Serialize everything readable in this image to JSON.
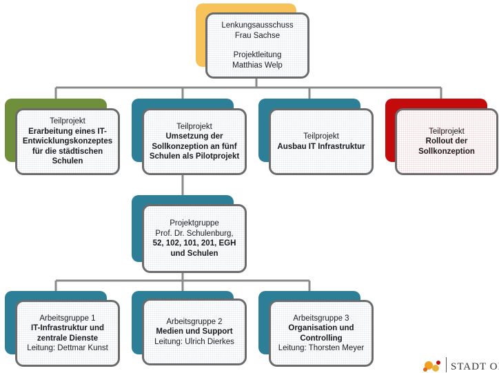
{
  "colors": {
    "steering": "#f7c25a",
    "green": "#6f8f3a",
    "teal": "#2d7f97",
    "red": "#c40b0b",
    "connector": "#8a8a8a"
  },
  "steering": {
    "committee_label": "Lenkungsausschuss",
    "committee_person": "Frau Sachse",
    "lead_label": "Projektleitung",
    "lead_person": "Matthias Welp"
  },
  "subprojects": [
    {
      "kicker": "Teilprojekt",
      "title": "Erarbeitung eines IT-Entwicklungskonzeptes für die städtischen Schulen"
    },
    {
      "kicker": "Teilprojekt",
      "title": "Umsetzung der Sollkonzeption an fünf Schulen als Pilotprojekt"
    },
    {
      "kicker": "Teilprojekt",
      "title": "Ausbau IT Infrastruktur"
    },
    {
      "kicker": "Teilprojekt",
      "title": "Rollout der Sollkonzeption"
    }
  ],
  "project_group": {
    "label": "Projektgruppe",
    "members": "Prof. Dr. Schulenburg,",
    "members_bold": "52, 102, 101, 201, EGH und Schulen"
  },
  "work_groups": [
    {
      "label": "Arbeitsgruppe 1",
      "topic": "IT-Infrastruktur und zentrale Dienste",
      "lead": "Leitung: Dettmar Kunst"
    },
    {
      "label": "Arbeitsgruppe 2",
      "topic": "Medien und Support",
      "lead": "Leitung: Ulrich Dierkes"
    },
    {
      "label": "Arbeitsgruppe 3",
      "topic": "Organisation und Controlling",
      "lead": "Leitung: Thorsten Meyer"
    }
  ],
  "logo": {
    "text": "STADT OL"
  }
}
